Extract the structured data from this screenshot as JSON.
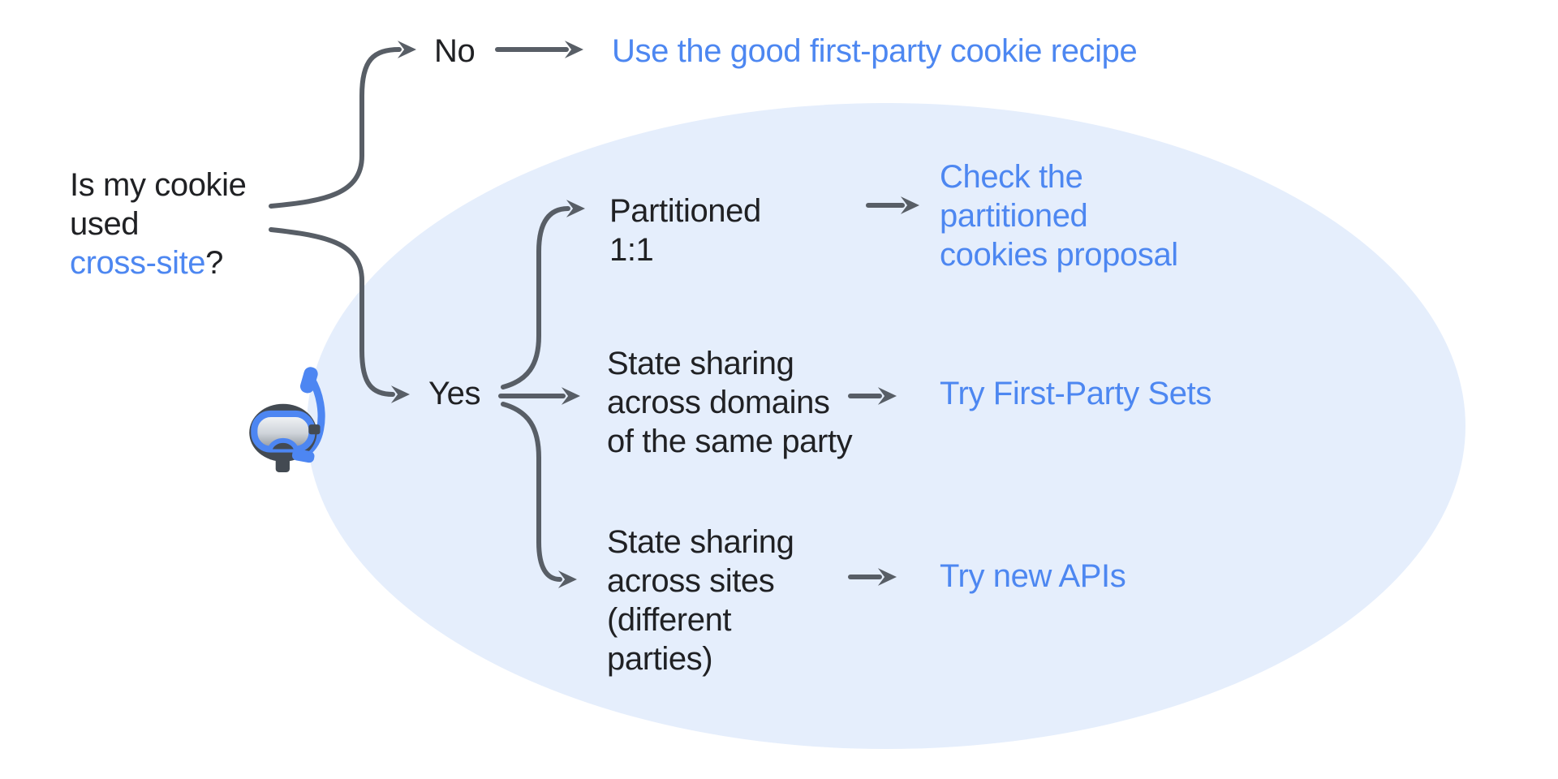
{
  "palette": {
    "text_dark": "#202124",
    "link_blue": "#4d87f1",
    "arrow_gray": "#585e66",
    "ellipse_fill": "#e5eefc",
    "mask_blue": "#4d86f2",
    "mask_dark": "#434a52"
  },
  "diagram": {
    "question": {
      "line1": "Is my cookie",
      "line2": "used",
      "line3_highlight": "cross-site",
      "line3_suffix": "?"
    },
    "no_branch": {
      "label": "No",
      "outcome": "Use the good first-party cookie recipe"
    },
    "yes_branch": {
      "label": "Yes",
      "cases": [
        {
          "condition_lines": [
            "Partitioned",
            "1:1"
          ],
          "outcome_lines": [
            "Check the",
            "partitioned",
            "cookies proposal"
          ]
        },
        {
          "condition_lines": [
            "State sharing",
            "across domains",
            "of the same party"
          ],
          "outcome_lines": [
            "Try First-Party Sets"
          ]
        },
        {
          "condition_lines": [
            "State sharing",
            "across sites",
            "(different",
            "parties)"
          ],
          "outcome_lines": [
            "Try new APIs"
          ]
        }
      ]
    },
    "icons": {
      "diving_mask": "diving-mask-icon"
    }
  }
}
